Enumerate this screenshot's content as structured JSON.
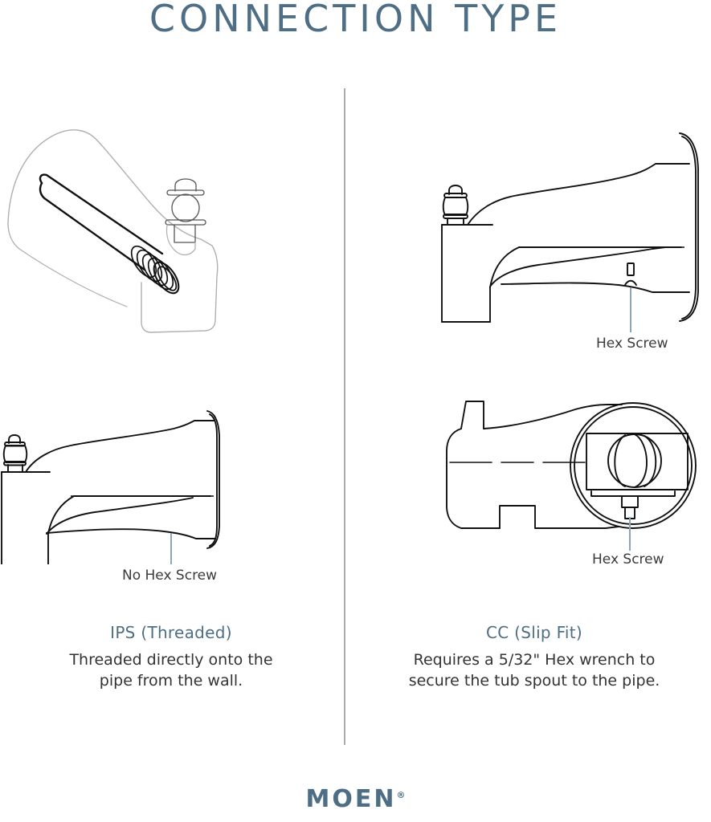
{
  "page": {
    "title": "CONNECTION TYPE",
    "background_color": "#ffffff",
    "accent_color": "#4d6e84",
    "text_color": "#333333",
    "divider_color": "#a8acae",
    "leader_line_color": "#8fa5b3",
    "line_dark": "#111111",
    "line_ghost": "#b0b0b0"
  },
  "columns": {
    "left": {
      "diagrams": [
        {
          "name": "ips-threaded-cutaway",
          "description": "Cutaway view of tub spout showing threaded pipe inside",
          "callouts": []
        },
        {
          "name": "ips-no-hex-screw",
          "description": "Side profile of tub spout with no hex screw on underside",
          "callouts": [
            "No Hex Screw"
          ]
        }
      ],
      "caption": {
        "heading": "IPS (Threaded)",
        "body_line_1": "Threaded directly onto the",
        "body_line_2": "pipe from the wall."
      }
    },
    "right": {
      "diagrams": [
        {
          "name": "cc-hex-screw-profile",
          "description": "Side profile of tub spout with hex screw on underside",
          "callouts": [
            "Hex Screw"
          ]
        },
        {
          "name": "cc-hex-screw-endview",
          "description": "End view of slip fit tub spout showing hex screw and pipe",
          "callouts": [
            "Hex Screw"
          ]
        }
      ],
      "caption": {
        "heading": "CC (Slip Fit)",
        "body_line_1": "Requires a 5/32\" Hex wrench to",
        "body_line_2": "secure the tub spout to the pipe."
      }
    }
  },
  "callouts": {
    "hex_screw_top": "Hex Screw",
    "no_hex_screw": "No Hex Screw",
    "hex_screw_bottom": "Hex Screw"
  },
  "footer": {
    "brand": "MOEN",
    "registered_mark": "®"
  }
}
